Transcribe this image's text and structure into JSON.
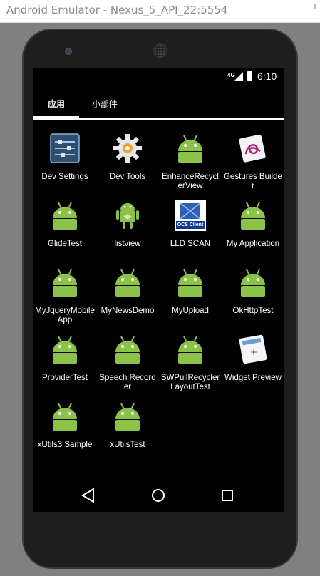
{
  "window": {
    "title": "Android Emulator - Nexus_5_API_22:5554"
  },
  "status": {
    "network": "4G",
    "time": "6:10"
  },
  "tabs": [
    {
      "label": "应用",
      "selected": true
    },
    {
      "label": "小部件",
      "selected": false
    }
  ],
  "apps": [
    {
      "label": "Dev Settings",
      "icon": "dev-settings-icon"
    },
    {
      "label": "Dev Tools",
      "icon": "gear-icon"
    },
    {
      "label": "EnhanceRecyclerView",
      "icon": "android-icon"
    },
    {
      "label": "Gestures Builder",
      "icon": "gestures-icon"
    },
    {
      "label": "GlideTest",
      "icon": "android-icon"
    },
    {
      "label": "listview",
      "icon": "android-robot-icon"
    },
    {
      "label": "LLD SCAN",
      "icon": "ocs-client-icon",
      "icon_text": "OCS Client"
    },
    {
      "label": "My Application",
      "icon": "android-icon"
    },
    {
      "label": "MyJqueryMobileApp",
      "icon": "android-icon"
    },
    {
      "label": "MyNewsDemo",
      "icon": "android-icon"
    },
    {
      "label": "MyUpload",
      "icon": "android-icon"
    },
    {
      "label": "OkHttpTest",
      "icon": "android-icon"
    },
    {
      "label": "ProviderTest",
      "icon": "android-icon"
    },
    {
      "label": "Speech Recorder",
      "icon": "android-icon"
    },
    {
      "label": "SWPullRecyclerLayoutTest",
      "icon": "android-icon"
    },
    {
      "label": "Widget Preview",
      "icon": "widget-preview-icon"
    },
    {
      "label": "xUtils3 Sample",
      "icon": "android-icon"
    },
    {
      "label": "xUtilsTest",
      "icon": "android-icon"
    }
  ],
  "navbar": {
    "back": "back-icon",
    "home": "home-icon",
    "recents": "recents-icon"
  },
  "colors": {
    "android_green": "#8bc34a",
    "screen_bg": "#000000",
    "device_bezel": "#1e1e1e"
  }
}
